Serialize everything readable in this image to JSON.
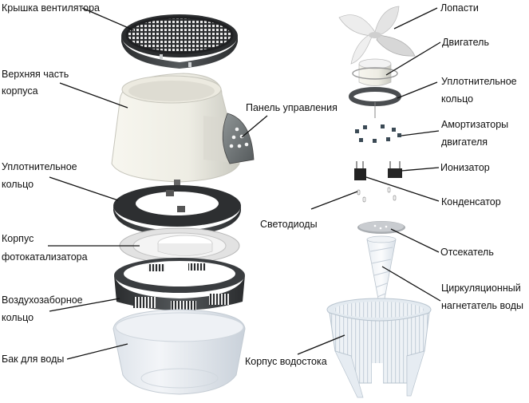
{
  "diagram": {
    "type": "exploded-view",
    "subject": "humidifier",
    "left_column": [
      {
        "id": "fan-cover",
        "lines": [
          "Крышка вентилятора"
        ]
      },
      {
        "id": "upper-housing",
        "lines": [
          "Верхняя часть",
          "корпуса"
        ]
      },
      {
        "id": "seal-ring-left",
        "lines": [
          "Уплотнительное",
          "кольцо"
        ]
      },
      {
        "id": "photocatalyst-housing",
        "lines": [
          "Корпус",
          "фотокатализатора"
        ]
      },
      {
        "id": "air-intake-ring",
        "lines": [
          "Воздухозаборное",
          "кольцо"
        ]
      },
      {
        "id": "water-tank",
        "lines": [
          "Бак для воды"
        ]
      }
    ],
    "center": [
      {
        "id": "control-panel",
        "lines": [
          "Панель управления"
        ]
      },
      {
        "id": "leds",
        "lines": [
          "Светодиоды"
        ]
      },
      {
        "id": "drain-housing",
        "lines": [
          "Корпус водостока"
        ]
      }
    ],
    "right_column": [
      {
        "id": "blades",
        "lines": [
          "Лопасти"
        ]
      },
      {
        "id": "motor",
        "lines": [
          "Двигатель"
        ]
      },
      {
        "id": "seal-ring-right",
        "lines": [
          "Уплотнительное",
          "кольцо"
        ]
      },
      {
        "id": "motor-dampers",
        "lines": [
          "Амортизаторы",
          "двигателя"
        ]
      },
      {
        "id": "ionizer",
        "lines": [
          "Ионизатор"
        ]
      },
      {
        "id": "capacitor",
        "lines": [
          "Конденсатор"
        ]
      },
      {
        "id": "separator",
        "lines": [
          "Отсекатель"
        ]
      },
      {
        "id": "circulation-pump",
        "lines": [
          "Циркуляционный",
          "нагнетатель воды"
        ]
      }
    ]
  },
  "colors": {
    "background": "#ffffff",
    "text": "#111111",
    "leader": "#111111",
    "dark_plastic": "#3a3d40",
    "white_plastic": "#f2f1ea",
    "translucent": "#e6ecf2"
  }
}
